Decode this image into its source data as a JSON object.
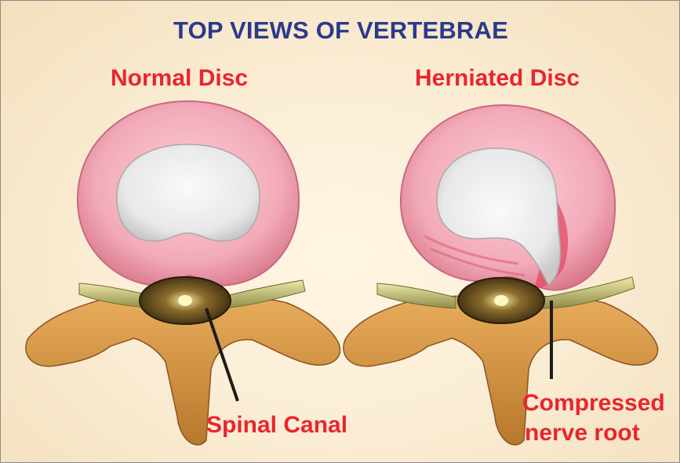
{
  "title": "TOP VIEWS OF VERTEBRAE",
  "left": {
    "label": "Normal Disc",
    "callout": "Spinal Canal"
  },
  "right": {
    "label": "Herniated Disc",
    "callout_line1": "Compressed",
    "callout_line2": "nerve root"
  },
  "colors": {
    "title": "#2a3a8c",
    "label": "#e8262e",
    "disc_ring": "#f2aab8",
    "nucleus": "#ececec",
    "bone": "#d9973f",
    "nerve": "#c9c680",
    "leader_line": "#1c1c1c"
  }
}
